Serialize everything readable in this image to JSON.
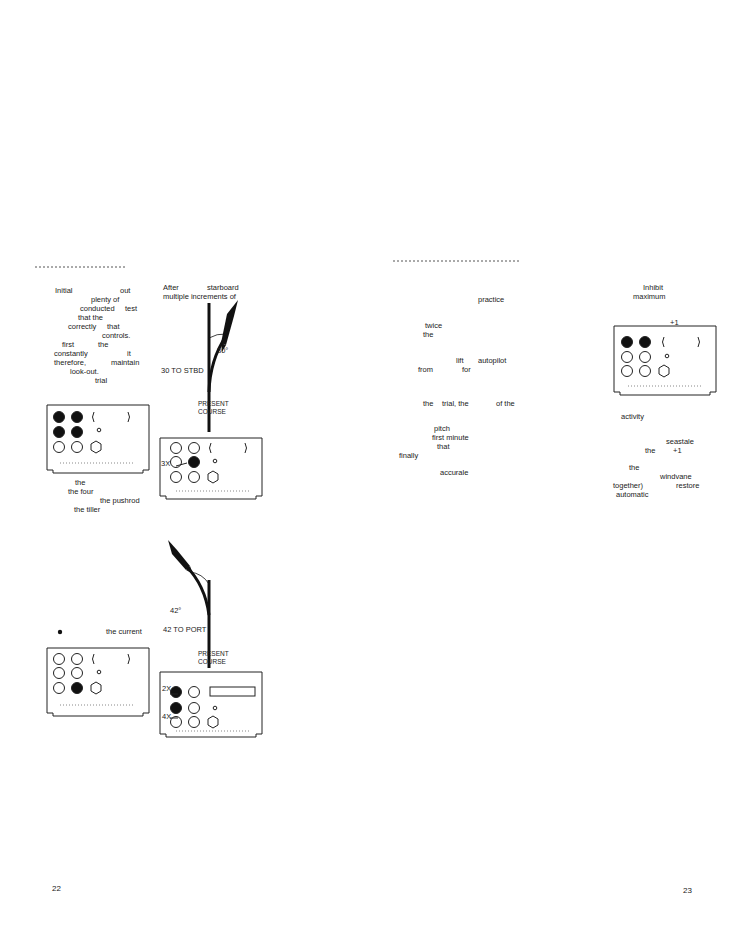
{
  "diagram": {
    "labels": [
      "Initial",
      "out",
      "plenty of",
      "conducted",
      "test",
      "that the",
      "correctly",
      "that",
      "controls.",
      "first",
      "the",
      "constantly",
      "it",
      "therefore,",
      "maintain",
      "look-out.",
      "trial",
      "the",
      "the four",
      "the pushrod",
      "the tiller",
      "the current",
      "22",
      "After",
      "starboard",
      "multiple increments of",
      "30 TO STBD",
      "30°",
      "PRESENT COURSE",
      "3X",
      "42°",
      "42 TO PORT",
      "PRESENT COURSE",
      "2X",
      "4X",
      "practice",
      "twice",
      "the",
      "lift",
      "autopilot",
      "from",
      "for",
      "the",
      "trial, the",
      "of the",
      "pitch",
      "first minute",
      "that",
      "finally",
      "accurale",
      "Inhibit",
      "maximum",
      "+1",
      "activity",
      "seastale",
      "the",
      "+1",
      "the",
      "windvane",
      "together)",
      "restore",
      "automatic",
      "23"
    ]
  }
}
